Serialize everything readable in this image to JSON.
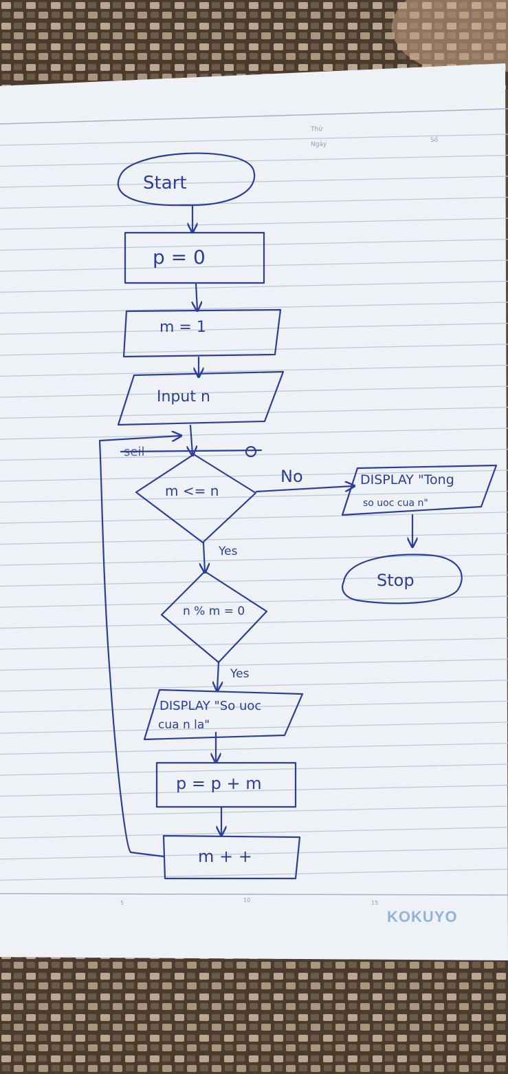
{
  "paper": {
    "header_labels": [
      "Thứ",
      "Ngày",
      "Số"
    ],
    "footer_numbers": [
      "5",
      "10",
      "15"
    ],
    "brand": "KOKUYO"
  },
  "flowchart": {
    "start": "Start",
    "init_p": "p = 0",
    "init_m": "m = 1",
    "input": "Input n",
    "crossed_text": "seil",
    "cond_loop": "m <= n",
    "label_no": "No",
    "label_yes_1": "Yes",
    "output_total_line1": "DISPLAY \"Tong",
    "output_total_line2": "so uoc cua n\"",
    "stop": "Stop",
    "cond_divisor": "n % m = 0",
    "label_yes_2": "Yes",
    "output_divisor_line1": "DISPLAY \"So uoc",
    "output_divisor_line2": "cua n la\"",
    "accumulate": "p = p + m",
    "increment": "m + +"
  },
  "colors": {
    "ink": "#2b3f9a",
    "paper": "#eef2f7",
    "rule": "#b9c7d8",
    "fabric_dark": "#4a3b2e",
    "fabric_light": "#b9a88f"
  }
}
